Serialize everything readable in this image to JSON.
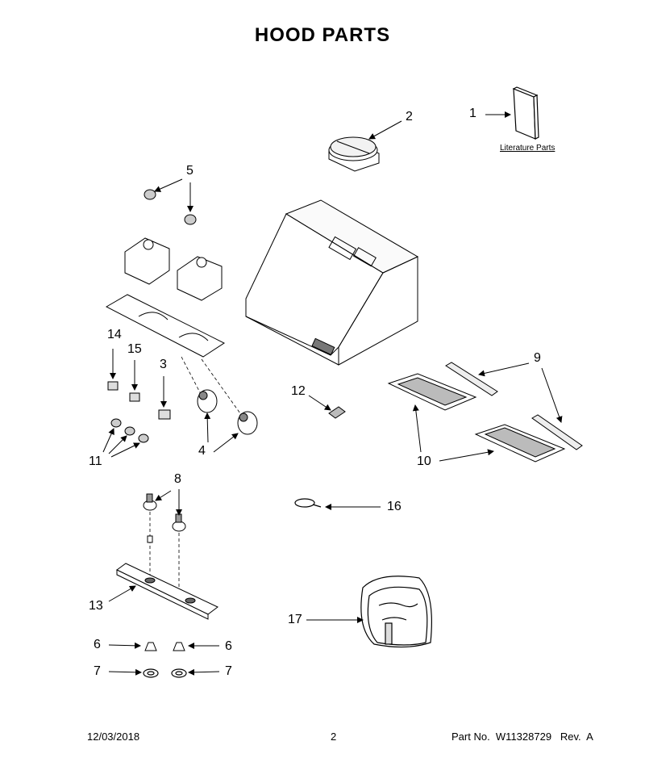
{
  "title": "HOOD PARTS",
  "literature_label": "Literature Parts",
  "callouts": [
    {
      "key": "c1",
      "label": "1"
    },
    {
      "key": "c2",
      "label": "2"
    },
    {
      "key": "c3",
      "label": "3"
    },
    {
      "key": "c4",
      "label": "4"
    },
    {
      "key": "c5",
      "label": "5"
    },
    {
      "key": "c6a",
      "label": "6"
    },
    {
      "key": "c6b",
      "label": "6"
    },
    {
      "key": "c7a",
      "label": "7"
    },
    {
      "key": "c7b",
      "label": "7"
    },
    {
      "key": "c8",
      "label": "8"
    },
    {
      "key": "c9",
      "label": "9"
    },
    {
      "key": "c10",
      "label": "10"
    },
    {
      "key": "c11",
      "label": "11"
    },
    {
      "key": "c12",
      "label": "12"
    },
    {
      "key": "c13",
      "label": "13"
    },
    {
      "key": "c14",
      "label": "14"
    },
    {
      "key": "c15",
      "label": "15"
    },
    {
      "key": "c16",
      "label": "16"
    },
    {
      "key": "c17",
      "label": "17"
    }
  ],
  "footer": {
    "date": "12/03/2018",
    "page": "2",
    "part_no": "Part No.  W11328729   Rev.  A"
  }
}
